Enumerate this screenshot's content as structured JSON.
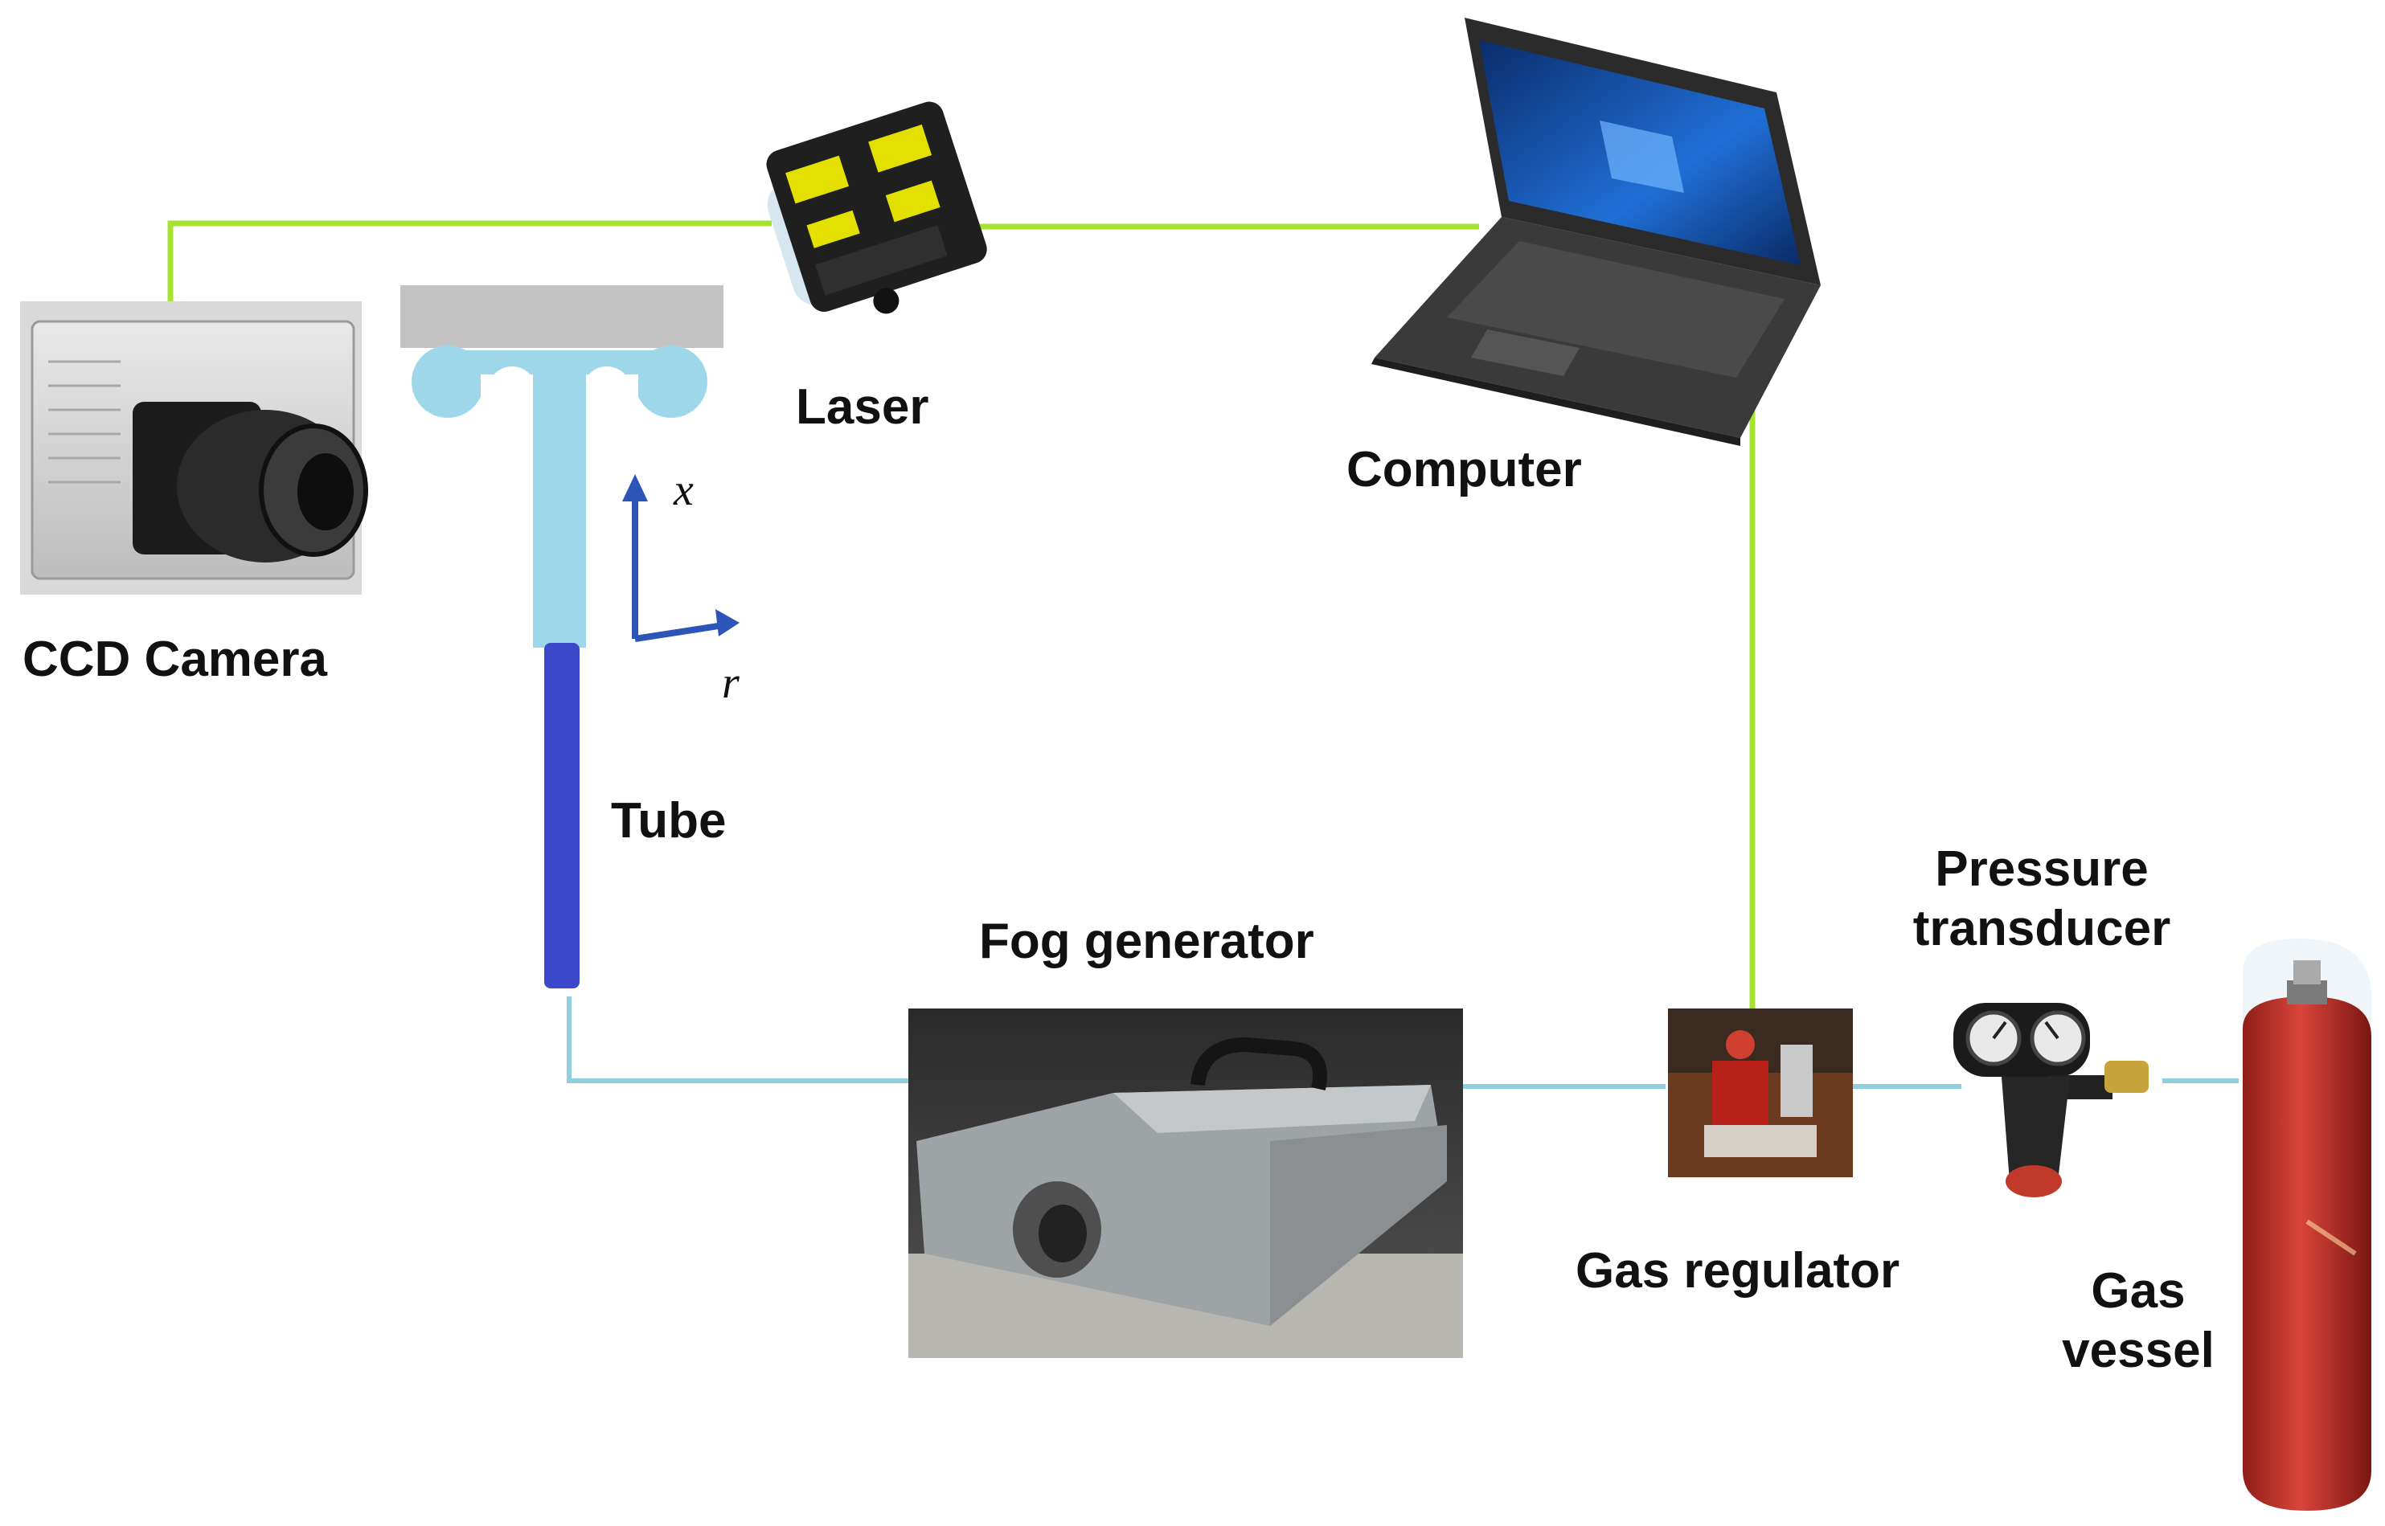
{
  "labels": {
    "ccd_camera": "CCD Camera",
    "laser": "Laser",
    "computer": "Computer",
    "tube": "Tube",
    "fog_generator": "Fog generator",
    "gas_regulator": "Gas regulator",
    "pressure_transducer_line1": "Pressure",
    "pressure_transducer_line2": "transducer",
    "gas_vessel_line1": "Gas",
    "gas_vessel_line2": "vessel",
    "axis_x": "x",
    "axis_r": "r"
  },
  "colors": {
    "signal_line": "#a6e22e",
    "gas_line": "#8fd0e0",
    "tube_light": "#9fd7ea",
    "tube_dark": "#3b48c9",
    "axis": "#2d55b8",
    "plate": "#c3c3c3",
    "gas_vessel": "#c8322a"
  }
}
